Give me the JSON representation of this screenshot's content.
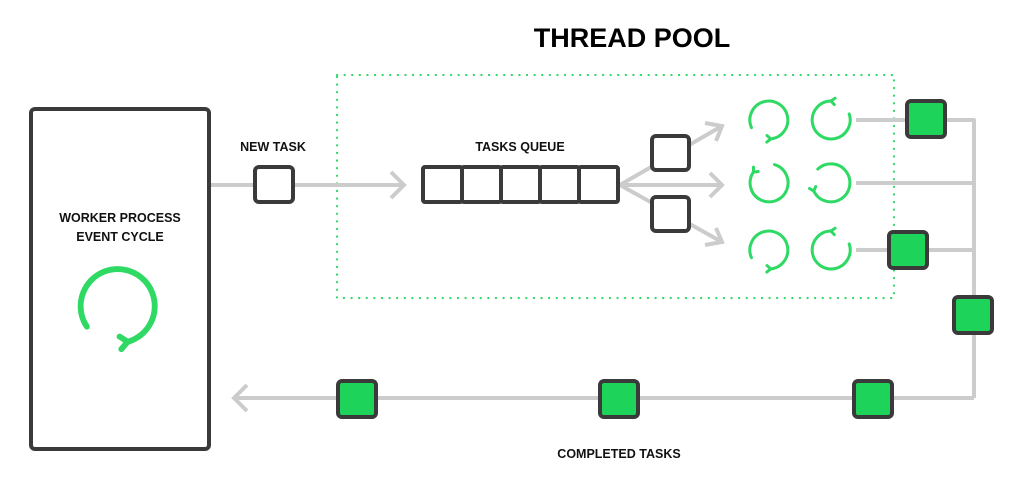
{
  "title": "THREAD POOL",
  "labels": {
    "new_task": "NEW TASK",
    "tasks_queue": "TASKS QUEUE",
    "worker_line1": "WORKER PROCESS",
    "worker_line2": "EVENT CYCLE",
    "completed_tasks": "COMPLETED TASKS"
  },
  "colors": {
    "flow_line": "#cccccc",
    "outline": "#3a3a3a",
    "task_fill": "#ffffff",
    "done_fill": "#1ed35a",
    "cycle_icon": "#2ed964",
    "pool_border": "#2ed964",
    "text": "#111111"
  },
  "icons": {
    "worker_cycle": "cycle-icon",
    "thread_cycle": "cycle-icon",
    "arrow": "arrow-icon"
  }
}
